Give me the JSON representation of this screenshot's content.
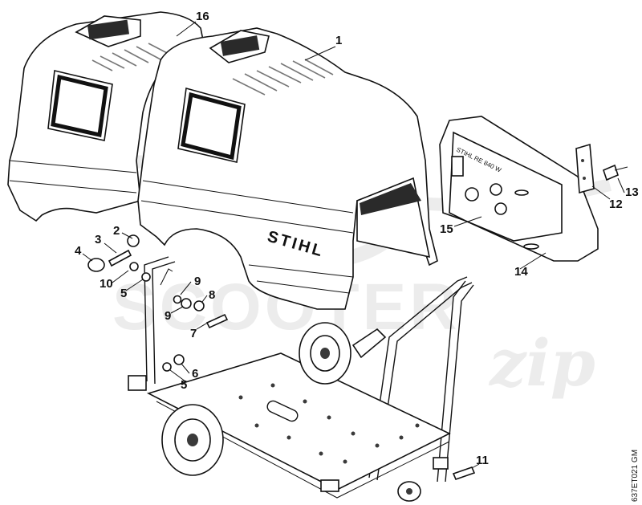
{
  "diagram": {
    "brand_label": "STIHL",
    "panel_label": "STIHL RE 840 W",
    "document_id": "637ET021 GM",
    "watermark_text": "SCOOTER",
    "watermark_script": "zip",
    "callouts": [
      {
        "id": "c1",
        "label": "1"
      },
      {
        "id": "c2",
        "label": "2"
      },
      {
        "id": "c3",
        "label": "3"
      },
      {
        "id": "c4",
        "label": "4"
      },
      {
        "id": "c5a",
        "label": "5"
      },
      {
        "id": "c5b",
        "label": "5"
      },
      {
        "id": "c6",
        "label": "6"
      },
      {
        "id": "c7",
        "label": "7"
      },
      {
        "id": "c8",
        "label": "8"
      },
      {
        "id": "c9a",
        "label": "9"
      },
      {
        "id": "c9b",
        "label": "9"
      },
      {
        "id": "c10",
        "label": "10"
      },
      {
        "id": "c11",
        "label": "11"
      },
      {
        "id": "c12",
        "label": "12"
      },
      {
        "id": "c13",
        "label": "13"
      },
      {
        "id": "c14",
        "label": "14"
      },
      {
        "id": "c15",
        "label": "15"
      },
      {
        "id": "c16",
        "label": "16"
      }
    ]
  }
}
